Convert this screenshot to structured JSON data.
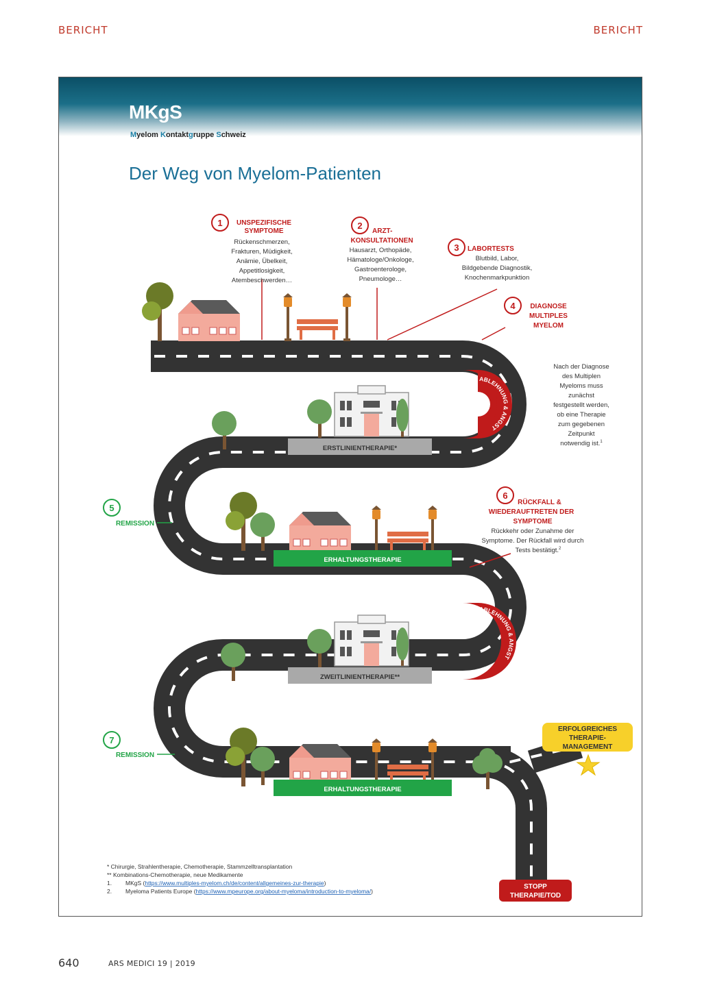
{
  "header": {
    "left": "BERICHT",
    "right": "BERICHT"
  },
  "brand": {
    "name": "MKgS",
    "sub_parts": [
      "M",
      "yelom ",
      "K",
      "ontakt",
      "g",
      "ruppe ",
      "S",
      "chweiz"
    ]
  },
  "title": "Der Weg von Myelom-Patienten",
  "steps": [
    {
      "num": "1",
      "title": [
        "UNSPEZIFISCHE",
        "SYMPTOME"
      ],
      "body": [
        "Rückenschmerzen,",
        "Frakturen, Müdigkeit,",
        "Anämie, Übelkeit,",
        "Appetitlosigkeit,",
        "Atembeschwerden…"
      ]
    },
    {
      "num": "2",
      "title": [
        "ARZT-",
        "KONSULTATIONEN"
      ],
      "body": [
        "Hausarzt, Orthopäde,",
        "Hämatologe/Onkologe,",
        "Gastroenterologe,",
        "Pneumologe…"
      ]
    },
    {
      "num": "3",
      "title": [
        "LABORTESTS"
      ],
      "body": [
        "Blutbild, Labor,",
        "Bildgebende Diagnostik,",
        "Knochenmarkpunktion"
      ]
    },
    {
      "num": "4",
      "title": [
        "DIAGNOSE",
        "MULTIPLES",
        "MYELOM"
      ],
      "body": []
    },
    {
      "num": "5",
      "title": [
        "REMISSION"
      ],
      "body": []
    },
    {
      "num": "6",
      "title": [
        "RÜCKFALL &",
        "WIEDERAUFTRETEN DER",
        "SYMPTOME"
      ],
      "body": [
        "Rückkehr oder Zunahme der",
        "Symptome. Der Rückfall wird durch",
        "Tests bestätigt."
      ]
    },
    {
      "num": "7",
      "title": [
        "REMISSION"
      ],
      "body": []
    }
  ],
  "diagnosis_note": [
    "Nach der Diagnose",
    "des Multiplen",
    "Myeloms muss",
    "zunächst",
    "festgestellt werden,",
    "ob eine Therapie",
    "zum gegebenen",
    "Zeitpunkt",
    "notwendig ist."
  ],
  "superscript_1": "1",
  "superscript_2": "2",
  "ablehnung": "ABLEHNUNG & ANGST",
  "platforms": {
    "first_line": "ERSTLINIENTHERAPIE*",
    "maintenance_1": "ERHALTUNGSTHERAPIE",
    "second_line": "ZWEITLINIENTHERAPIE**",
    "maintenance_2": "ERHALTUNGSTHERAPIE"
  },
  "success_box": [
    "ERFOLGREICHES",
    "THERAPIE-",
    "MANAGEMENT"
  ],
  "stop_box": [
    "STOPP",
    "THERAPIE/TOD"
  ],
  "footnotes": [
    "* Chirurgie, Strahlentherapie, Chemotherapie, Stammzelltransplantation",
    "** Kombinations-Chemotherapie, neue Medikamente"
  ],
  "references": [
    {
      "num": "1.",
      "pre": "MKgS (",
      "url": "https://www.multiples-myelom.ch/de/content/allgemeines-zur-therapie",
      "post": ")"
    },
    {
      "num": "2.",
      "pre": "Myeloma Patients Europe (",
      "url": "https://www.mpeurope.org/about-myeloma/introduction-to-myeloma/",
      "post": ")"
    }
  ],
  "colors": {
    "red": "#c01b1b",
    "green": "#22a447",
    "teal": "#1a6f96",
    "road": "#333333",
    "yellow": "#f7d02a"
  },
  "footer": {
    "page": "640",
    "journal": "ARS MEDICI 19 | 2019"
  }
}
